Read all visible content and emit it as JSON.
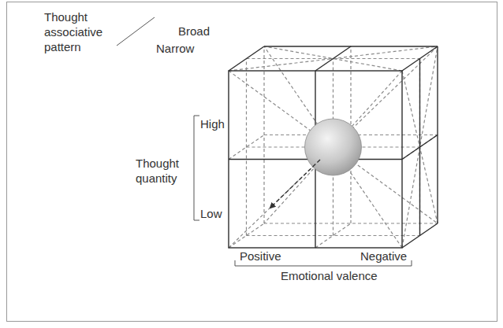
{
  "diagram": {
    "labels": [
      "Thought associative pattern",
      "Broad",
      "Narrow",
      "High",
      "Thought quantity",
      "Low",
      "Positive",
      "Negative",
      "Emotional valence"
    ]
  }
}
